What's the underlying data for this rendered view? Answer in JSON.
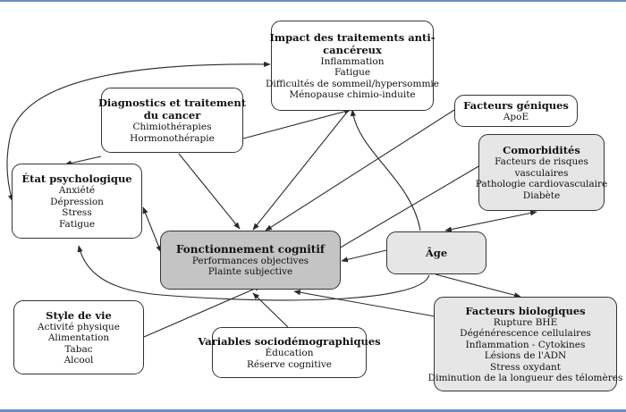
{
  "nodes": {
    "impact": {
      "title_line1": "Impact des traitements anti-",
      "title_line2": "cancéreux",
      "items": [
        "Inflammation",
        "Fatigue",
        "Difficultés de sommeil/hypersommie",
        "Ménopause chimio-induite"
      ]
    },
    "diagnostics": {
      "title_line1": "Diagnostics et traitement",
      "title_line2": "du cancer",
      "items": [
        "Chimiothérapies",
        "Hormonothérapie"
      ]
    },
    "geniques": {
      "title": "Facteurs géniques",
      "items": [
        "ApoE"
      ]
    },
    "comorbidites": {
      "title": "Comorbidités",
      "items": [
        "Facteurs de risques",
        "vasculaires",
        "Pathologie cardiovasculaire",
        "Diabète"
      ]
    },
    "psycho": {
      "title": "État psychologique",
      "items": [
        "Anxiété",
        "Dépression",
        "Stress",
        "Fatigue"
      ]
    },
    "cognitif": {
      "title": "Fonctionnement cognitif",
      "items": [
        "Performances objectives",
        "Plainte subjective"
      ]
    },
    "age": {
      "title": "Âge"
    },
    "style": {
      "title": "Style de vie",
      "items": [
        "Activité physique",
        "Alimentation",
        "Tabac",
        "Alcool"
      ]
    },
    "socio": {
      "title": "Variables sociodémographiques",
      "items": [
        "Éducation",
        "Réserve cognitive"
      ]
    },
    "biologiques": {
      "title": "Facteurs biologiques",
      "items": [
        "Rupture BHE",
        "Dégénérescence cellulaires",
        "Inflammation - Cytokines",
        "Lésions de l'ADN",
        "Stress oxydant",
        "Diminution de la longueur des télomères"
      ]
    }
  },
  "colors": {
    "line": "#2a2a2a",
    "box_light": "#e6e6e6",
    "box_dark": "#c4c4c4",
    "frame": "#6a8fc0"
  }
}
